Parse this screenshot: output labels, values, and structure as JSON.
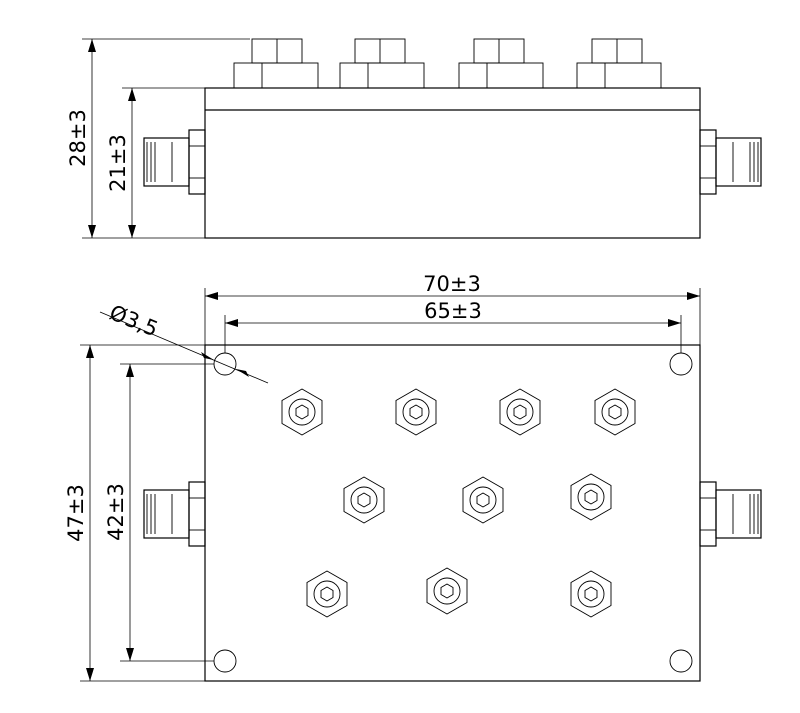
{
  "dimensions": {
    "side_overall_height": "28±3",
    "side_body_height": "21±3",
    "top_overall_width": "70±3",
    "top_hole_spacing_x": "65±3",
    "hole_diameter": "Ø3,5",
    "top_overall_height": "47±3",
    "top_hole_spacing_y": "42±3"
  }
}
